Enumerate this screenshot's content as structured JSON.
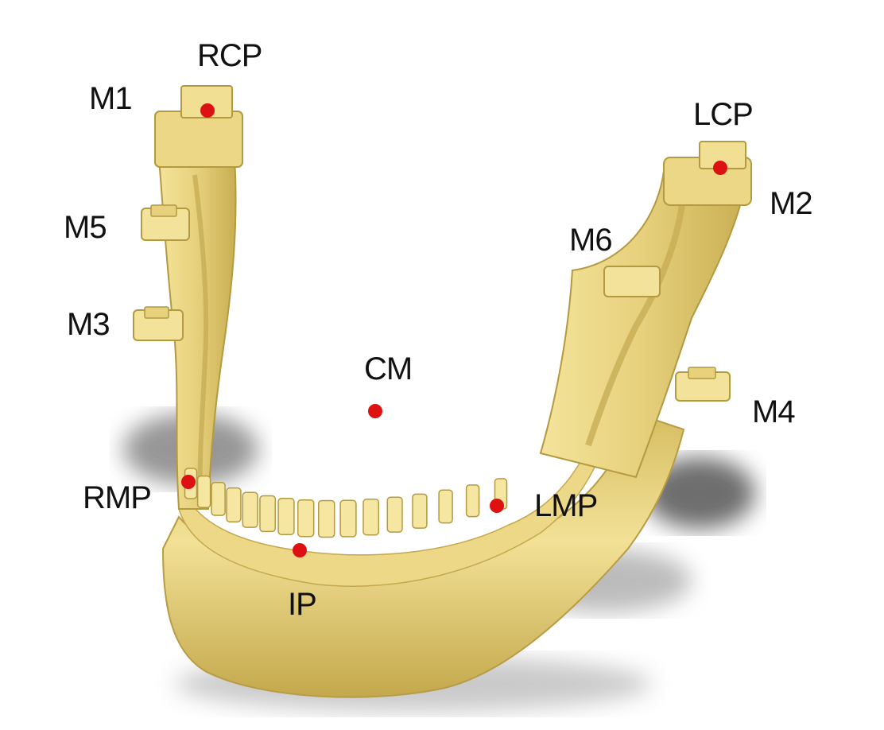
{
  "figure": {
    "subject": "mandible-3d-model",
    "colors": {
      "bone": "#e2cc72",
      "bone_light": "#f8eba8",
      "bone_dark": "#a88f38",
      "marker": "#dd1111",
      "shadow": "#6e6e6e",
      "background": "#ffffff"
    }
  },
  "labels": {
    "rcp": "RCP",
    "m1": "M1",
    "m5": "M5",
    "m3": "M3",
    "lcp": "LCP",
    "m2": "M2",
    "m6": "M6",
    "cm": "CM",
    "m4": "M4",
    "rmp": "RMP",
    "lmp": "LMP",
    "ip": "IP"
  }
}
